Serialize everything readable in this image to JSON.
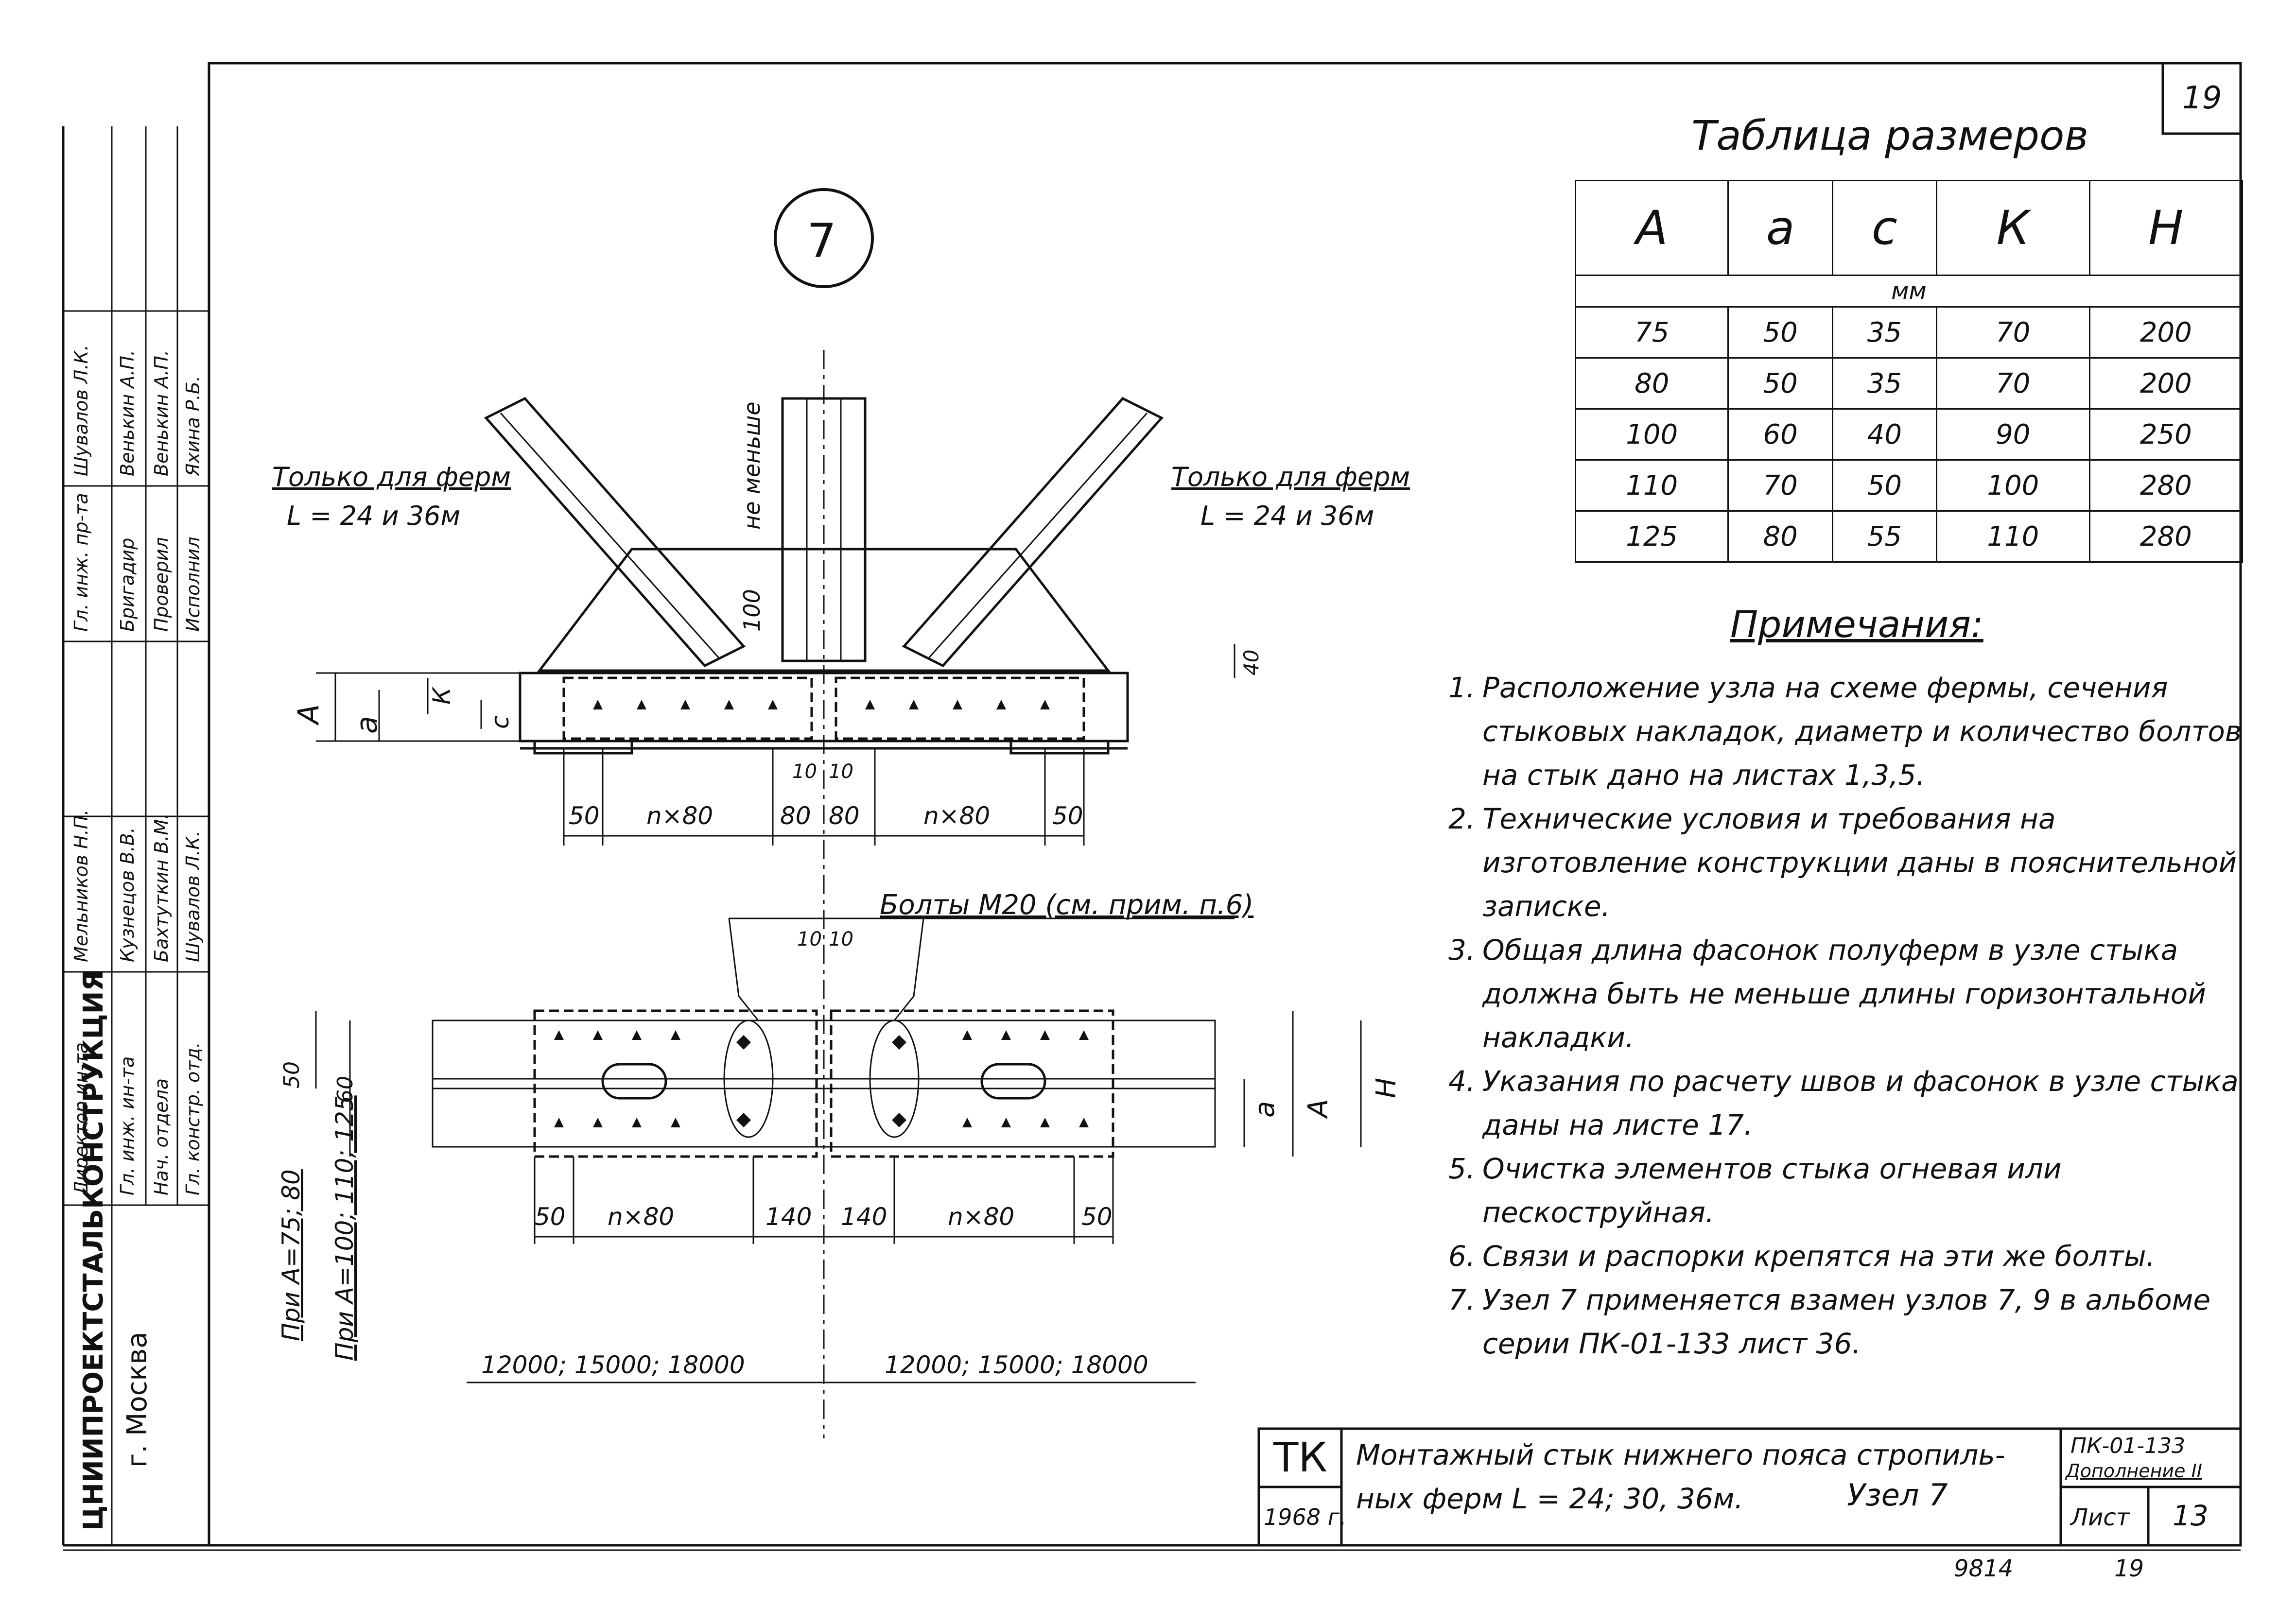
{
  "sheet_corner_number": "19",
  "node_number": "7",
  "table": {
    "title": "Таблица размеров",
    "headers": [
      "А",
      "а",
      "с",
      "К",
      "Н"
    ],
    "unit": "мм",
    "rows": [
      [
        "75",
        "50",
        "35",
        "70",
        "200"
      ],
      [
        "80",
        "50",
        "35",
        "70",
        "200"
      ],
      [
        "100",
        "60",
        "40",
        "90",
        "250"
      ],
      [
        "110",
        "70",
        "50",
        "100",
        "280"
      ],
      [
        "125",
        "80",
        "55",
        "110",
        "280"
      ]
    ]
  },
  "notes": {
    "title": "Примечания:",
    "items": [
      {
        "num": "1.",
        "text": "Расположение узла на схеме фермы, сечения стыковых накладок, диаметр и количество болтов на стык дано на листах 1,3,5."
      },
      {
        "num": "2.",
        "text": "Технические условия и требования на изготовление конструкции даны в пояснительной записке."
      },
      {
        "num": "3.",
        "text": "Общая длина фасонок полуферм в узле стыка должна быть не меньше длины горизонтальной накладки."
      },
      {
        "num": "4.",
        "text": "Указания по расчету швов и фасонок в узле стыка даны на листе 17."
      },
      {
        "num": "5.",
        "text": "Очистка элементов стыка огневая или пескоструйная."
      },
      {
        "num": "6.",
        "text": "Связи и распорки крепятся на эти же болты."
      },
      {
        "num": "7.",
        "text": "Узел 7 применяется взамен узлов 7, 9 в альбоме серии ПК-01-133 лист 36."
      }
    ]
  },
  "drawing": {
    "left_callout": [
      "Только для ферм",
      "L = 24 и 36м"
    ],
    "right_callout": [
      "Только для ферм",
      "L = 24 и 36м"
    ],
    "vertical_note": "не меньше",
    "dim_100": "100",
    "dim_40": "40",
    "label_A": "А",
    "label_a": "а",
    "label_K": "К",
    "label_c": "с",
    "label_H": "Н",
    "dims_top": [
      "50",
      "n×80",
      "80",
      "80",
      "n×80",
      "50"
    ],
    "dims_gap": [
      "10",
      "10"
    ],
    "bolts_label": "Болты М20 (см. прим. п.6)",
    "dims_bottom": [
      "50",
      "n×80",
      "140",
      "140",
      "n×80",
      "50"
    ],
    "dim_50v": "50",
    "dim_60v": "60",
    "cond_1": "При А=75; 80",
    "cond_2": "При А=100; 110; 125",
    "spans": [
      "12000; 15000; 18000",
      "12000; 15000; 18000"
    ]
  },
  "stamp": {
    "org": "ЦНИИПРОЕКТСТАЛЬКОНСТРУКЦИЯ",
    "city": "г. Москва",
    "roles": [
      "Директор ин-та",
      "Гл. инж. ин-та",
      "Нач. отдела",
      "Гл. констр. отд."
    ],
    "names": [
      "Мельников Н.П.",
      "Кузнецов В.В.",
      "Бахтуткин В.М.",
      "Шувалов Л.К."
    ],
    "roles2": [
      "Гл. инж. пр-та",
      "Бригадир",
      "Проверил",
      "Исполнил"
    ],
    "names2": [
      "Шувалов Л.К.",
      "Венькин А.П.",
      "Венькин А.П.",
      "Яхина Р.Б."
    ]
  },
  "title_block": {
    "code": "ТК",
    "year": "1968 г.",
    "title_line1": "Монтажный стык нижнего пояса стропиль-",
    "title_line2": "ных ферм L = 24; 30, 36м.",
    "node": "Узел 7",
    "series": "ПК-01-133",
    "supplement": "Дополнение II",
    "sheet_label": "Лист",
    "sheet_no": "13",
    "below_left": "9814",
    "below_right": "19"
  }
}
